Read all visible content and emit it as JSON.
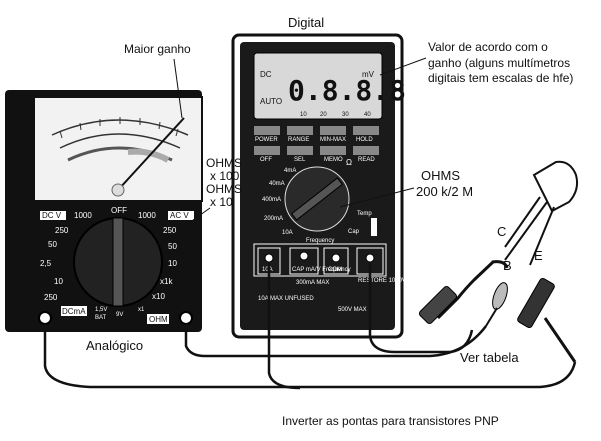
{
  "title": "Digital",
  "labels": {
    "maior_ganho": "Maior ganho",
    "valor_line1": "Valor de acordo com o",
    "valor_line2": "ganho (alguns multímetros",
    "valor_line3": "digitais tem escalas de hfe)",
    "ohms_analog_1": "OHMS",
    "ohms_analog_2": "x 100",
    "ohms_analog_3": "OHMS",
    "ohms_analog_4": "x 10",
    "ohms_digital_1": "OHMS",
    "ohms_digital_2": "200 k/2 M",
    "analogico": "Analógico",
    "ver_tabela": "Ver tabela",
    "inverter": "Inverter as pontas para transistores PNP",
    "pin_c": "C",
    "pin_b": "B",
    "pin_e": "E"
  },
  "analog_meter": {
    "dcv": "DC V",
    "acv": "AC V",
    "off": "OFF",
    "dial_left": [
      "1000",
      "250",
      "50",
      "2,5",
      "10",
      "250"
    ],
    "dial_right": [
      "1000",
      "250",
      "50",
      "10",
      "x1k",
      "x10"
    ],
    "dial_bottom": [
      "1,5V",
      "9V",
      "x1"
    ],
    "bat": "BAT",
    "dcma": "DCmA",
    "ohm": "OHM",
    "minus": "-",
    "plus": "+"
  },
  "digital_meter": {
    "lcd_value": "0.8.8.8",
    "lcd_dc": "DC",
    "lcd_auto": "AUTO",
    "lcd_unit": "mV",
    "lcd_scale": [
      "10",
      "20",
      "30",
      "40"
    ],
    "buttons_row1": [
      "POWER",
      "RANGE",
      "MIN-MAX",
      "HOLD"
    ],
    "buttons_row2": [
      "OFF",
      "SEL",
      "MEMO",
      "READ"
    ],
    "dial_labels": [
      "4mA",
      "40mA",
      "400mA",
      "200mA",
      "10A",
      "Ω",
      "Temp",
      "Cap",
      "Frequency"
    ],
    "jacks": [
      "10A",
      "CAP mA/V Frequency",
      "COM",
      ""
    ],
    "jack_notes": [
      "300mA MAX",
      "10A MAX UNFUSED",
      "RESTORE 1000V DC",
      "500V MAX"
    ]
  }
}
